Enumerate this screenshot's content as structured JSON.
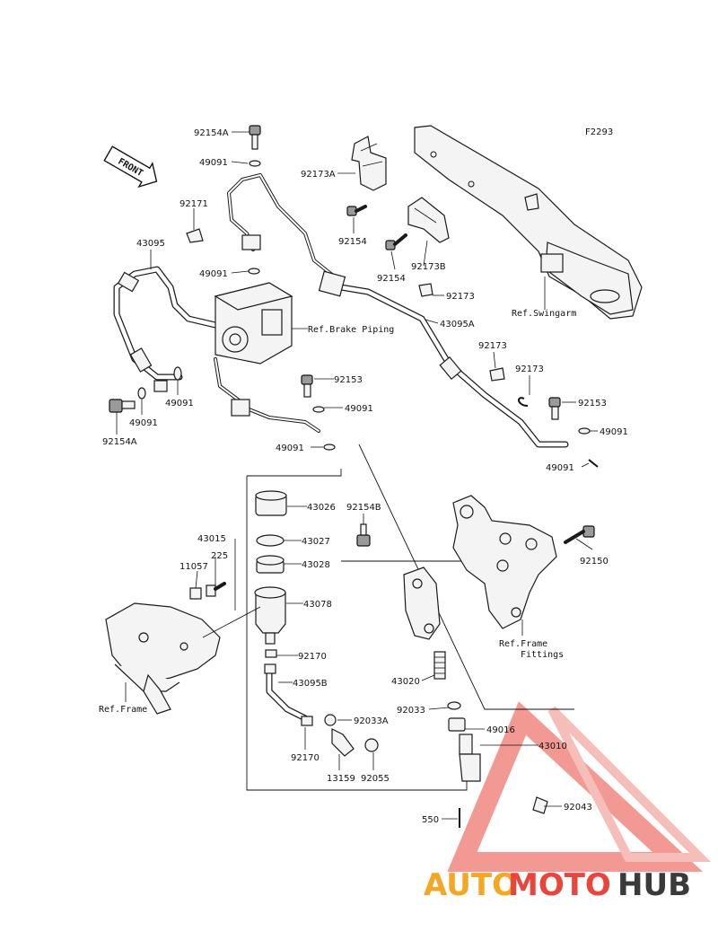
{
  "diagram": {
    "code": "F2293",
    "front_label": "FRONT"
  },
  "labels": {
    "p92154A_top": "92154A",
    "p49091_a": "49091",
    "p92173A": "92173A",
    "p92171": "92171",
    "p43095": "43095",
    "p92154_a": "92154",
    "p92154_b": "92154",
    "p92173B": "92173B",
    "p49091_b": "49091",
    "p92173_a": "92173",
    "ref_brake_piping": "Ref.Brake Piping",
    "p43095A": "43095A",
    "ref_swingarm": "Ref.Swingarm",
    "p92173_b": "92173",
    "p92173_c": "92173",
    "p92153_a": "92153",
    "p92153_b": "92153",
    "p49091_c": "49091",
    "p49091_d": "49091",
    "p49091_e": "49091",
    "p49091_f": "49091",
    "p49091_g": "49091",
    "p92154A_bot": "92154A",
    "p43026": "43026",
    "p92154B": "92154B",
    "p43015": "43015",
    "p43027": "43027",
    "p225": "225",
    "p11057": "11057",
    "p43028": "43028",
    "p43078": "43078",
    "p92150": "92150",
    "ref_frame_fittings_1": "Ref.Frame",
    "ref_frame_fittings_2": "Fittings",
    "p92170_a": "92170",
    "p43095B": "43095B",
    "ref_frame": "Ref.Frame",
    "p43020": "43020",
    "p92033": "92033",
    "p92033A": "92033A",
    "p49016": "49016",
    "p43010": "43010",
    "p92170_b": "92170",
    "p13159": "13159",
    "p92055": "92055",
    "p92043": "92043",
    "p550": "550"
  },
  "watermark": {
    "part1": "AUTO",
    "part2": "MOTO",
    "part3": "HUB",
    "color_auto": "#f5a623",
    "color_moto": "#e8463c",
    "color_hub": "#3a3a3a"
  }
}
